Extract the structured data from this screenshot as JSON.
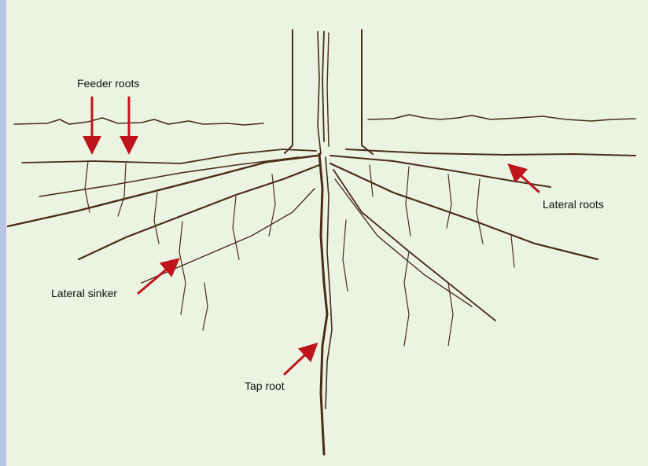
{
  "labels": {
    "feeder_roots": "Feeder roots",
    "lateral_roots": "Lateral roots",
    "lateral_sinker": "Lateral sinker",
    "tap_root": "Tap root"
  },
  "colors": {
    "panel_background": "#ebf3e3",
    "left_strip": "#b9c3e6",
    "root_ink": "#4a2c18",
    "arrow": "#c0141c"
  }
}
